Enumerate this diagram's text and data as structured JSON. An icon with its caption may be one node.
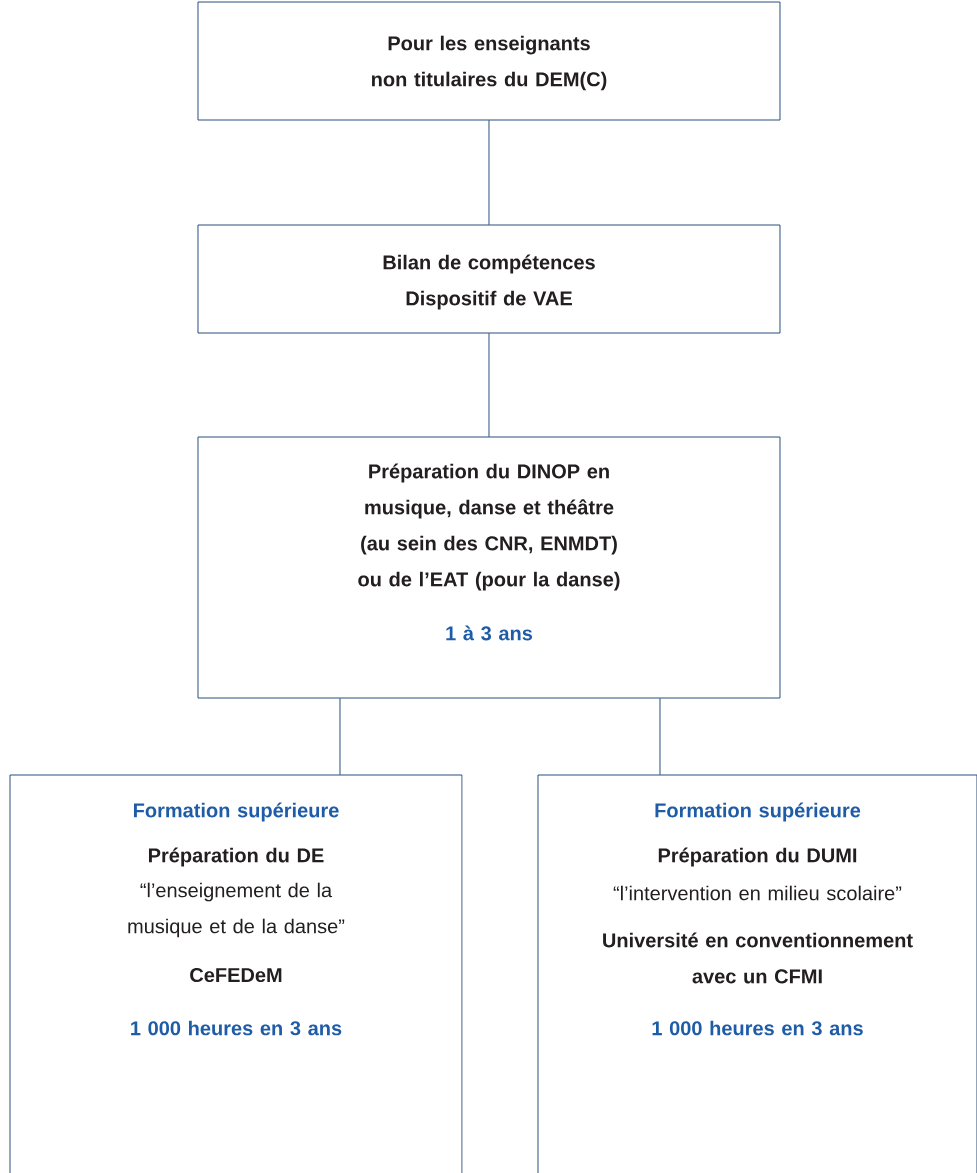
{
  "diagram": {
    "nodes": [
      {
        "text": [
          "Pour les enseignants non titulaires du DEM(C)"
        ]
      },
      {
        "text": [
          "Bilan de compétences Dispositif de VAE"
        ]
      },
      {
        "text": [
          "Préparation du DINOP en musique, danse et théâtre (au sein des CNR, ENMDT) ou de l’EAT (pour la danse)",
          "1 à 3 ans"
        ]
      },
      {
        "text": [
          "Formation supérieure",
          "Préparation du DE",
          "“l’enseignement de la musique et de la danse”",
          "CeFEDeM",
          "1 000 heures en 3 ans"
        ]
      },
      {
        "text": [
          "Formation supérieure",
          "Préparation du DUMI",
          "“l’intervention en milieu scolaire”",
          "Université en conventionnement avec un CFMI",
          "1 000 heures en 3 ans"
        ]
      }
    ],
    "edges": [
      {
        "from": 0,
        "to": 1,
        "arrow": "none"
      },
      {
        "from": 1,
        "to": 2,
        "arrow": "none"
      },
      {
        "from": 2,
        "to": 3,
        "arrow": "none"
      },
      {
        "from": 2,
        "to": 4,
        "arrow": "none"
      }
    ]
  }
}
